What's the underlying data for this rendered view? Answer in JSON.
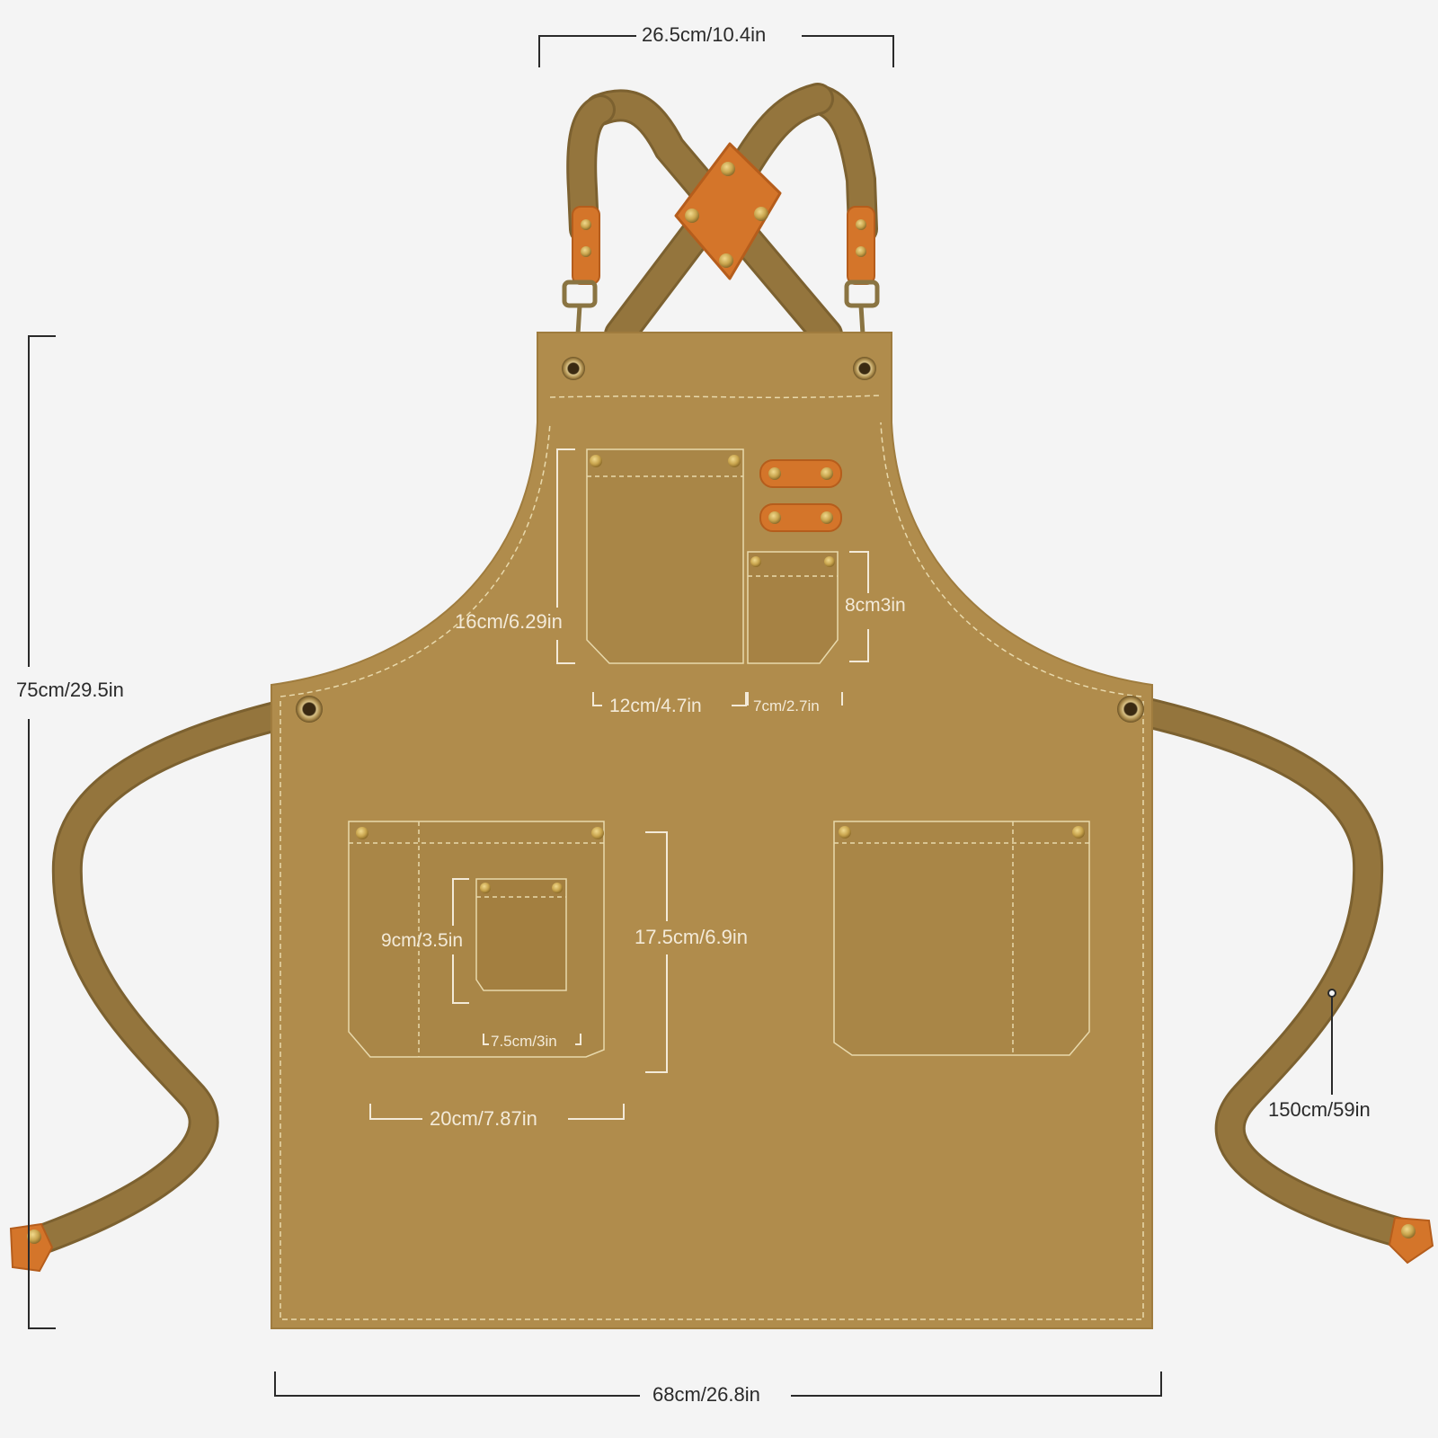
{
  "colors": {
    "background": "#f4f4f4",
    "canvas": "#b08c4c",
    "canvas_shadow": "#a37f40",
    "strap": "#94753d",
    "strap_edge": "#7c6130",
    "leather": "#d4752a",
    "leather_dark": "#b55d1c",
    "rivet": "#c9a54e",
    "stitch": "#e8d9ac",
    "dimension_line_dark": "#2a2a2a",
    "dimension_line_light": "#f3ead8"
  },
  "icons": {
    "strap_connector": "diamond-leather-patch-icon",
    "rivet": "brass-rivet-icon",
    "hook": "swivel-hook-icon",
    "grommet": "metal-grommet-icon"
  },
  "dimensions": {
    "neck_width": "26.5cm/10.4in",
    "total_length": "75cm/29.5in",
    "bottom_width": "68cm/26.8in",
    "tie_length": "150cm/59in",
    "chest_pocket_height": "16cm/6.29in",
    "chest_pocket_width": "12cm/4.7in",
    "small_chest_pocket_width": "7cm/2.7in",
    "small_chest_pocket_height": "8cm3in",
    "inner_pocket_height": "9cm/3.5in",
    "inner_pocket_width": "7.5cm/3in",
    "waist_pocket_height": "17.5cm/6.9in",
    "waist_pocket_width": "20cm/7.87in"
  }
}
